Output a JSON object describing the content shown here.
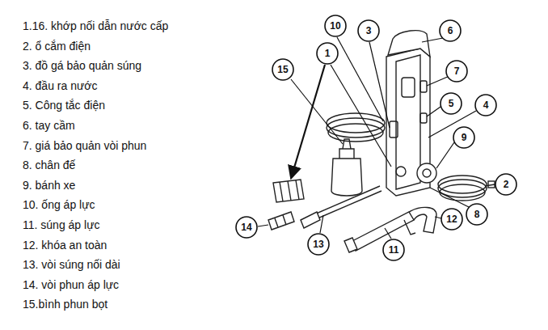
{
  "diagram": {
    "nodes": [
      {
        "text": [
          "10"
        ]
      },
      {
        "text": [
          "3"
        ]
      },
      {
        "text": [
          "6"
        ]
      },
      {
        "text": [
          "1"
        ]
      },
      {
        "text": [
          "15"
        ]
      },
      {
        "text": [
          "7"
        ]
      },
      {
        "text": [
          "5"
        ]
      },
      {
        "text": [
          "4"
        ]
      },
      {
        "text": [
          "9"
        ]
      },
      {
        "text": [
          "2"
        ]
      },
      {
        "text": [
          "8"
        ]
      },
      {
        "text": [
          "12"
        ]
      },
      {
        "text": [
          "14"
        ]
      },
      {
        "text": [
          "13"
        ]
      },
      {
        "text": [
          "11"
        ]
      }
    ],
    "labels": [
      "1.16. khớp nối dẫn nước cấp",
      "2. ổ cắm điện",
      "3. đồ gá bảo quản súng",
      "4. đầu ra nước",
      "5. Công tắc điện",
      "6. tay cầm",
      "7. giá bảo quản vòi phun",
      "8. chân đế",
      "9. bánh xe",
      "10. ống áp lực",
      "11. súng áp lực",
      "12. khóa an toàn",
      "13. vòi súng nối dài",
      "14. vòi phun áp lực",
      "15.bình phun bọt"
    ]
  }
}
